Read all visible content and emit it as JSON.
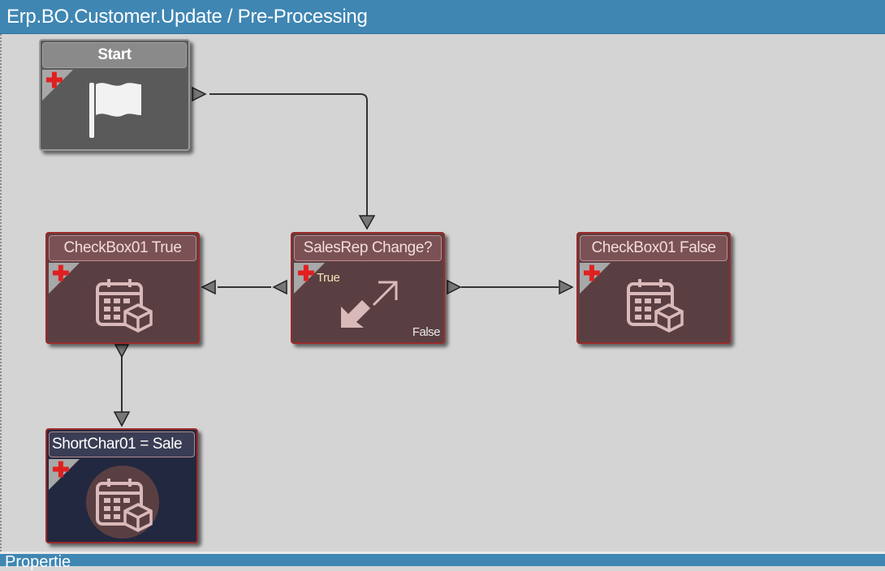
{
  "window": {
    "title": "Erp.BO.Customer.Update / Pre-Processing"
  },
  "bottom_panel": {
    "label": "Propertie"
  },
  "nodes": {
    "start": {
      "title": "Start",
      "icon": "flag-icon"
    },
    "condition": {
      "title": "SalesRep Change?",
      "true_label": "True",
      "false_label": "False",
      "icon": "condition-arrows-icon"
    },
    "checkbox_true": {
      "title": "CheckBox01 True",
      "icon": "set-field-calendar-icon"
    },
    "checkbox_false": {
      "title": "CheckBox01 False",
      "icon": "set-field-calendar-icon"
    },
    "shortchar": {
      "title": "ShortChar01 = Sale",
      "icon": "set-field-calendar-icon"
    }
  },
  "colors": {
    "title_bar": "#3f86b3",
    "canvas": "#d4d4d4",
    "start_node": "#5a5a5a",
    "action_node": "#5a3f42",
    "set_node": "#22283f",
    "add_marker": "#e02020"
  }
}
